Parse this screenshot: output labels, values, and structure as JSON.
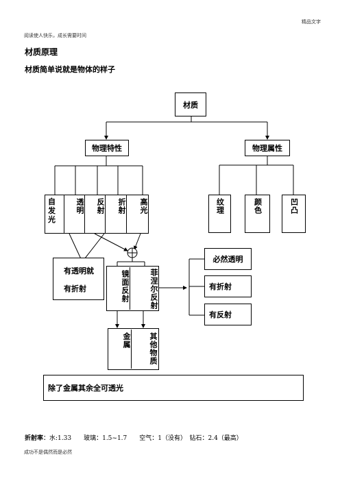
{
  "header": {
    "right_text": "精品文字",
    "left_text": "阅读使人快乐，成长需要时间"
  },
  "heading": {
    "title": "材质原理",
    "subtitle": "材质简单说就是物体的样子"
  },
  "diagram": {
    "root": "材质",
    "physical_traits": "物理特性",
    "physical_attributes": "物理属性",
    "traits": [
      "自发光",
      "透明",
      "反射",
      "折射",
      "高光"
    ],
    "attributes": [
      "纹理",
      "颜色",
      "凹凸"
    ],
    "transparent_note": [
      "有透明就",
      "有折射"
    ],
    "reflection_types": [
      "镜面反射",
      "菲涅尔反射"
    ],
    "fresnel_results": [
      "必然透明",
      "有折射",
      "有反射"
    ],
    "materials": [
      "金属",
      "其他物质"
    ],
    "conclusion": "除了金属其余全可透光"
  },
  "refraction": {
    "label": "折射率",
    "values": "：水:1.33　　玻璃：1.5~1.7　　空气：1（没有）　钻石：2.4（最高）"
  },
  "footer": {
    "text": "成功不是偶然而是必然"
  }
}
